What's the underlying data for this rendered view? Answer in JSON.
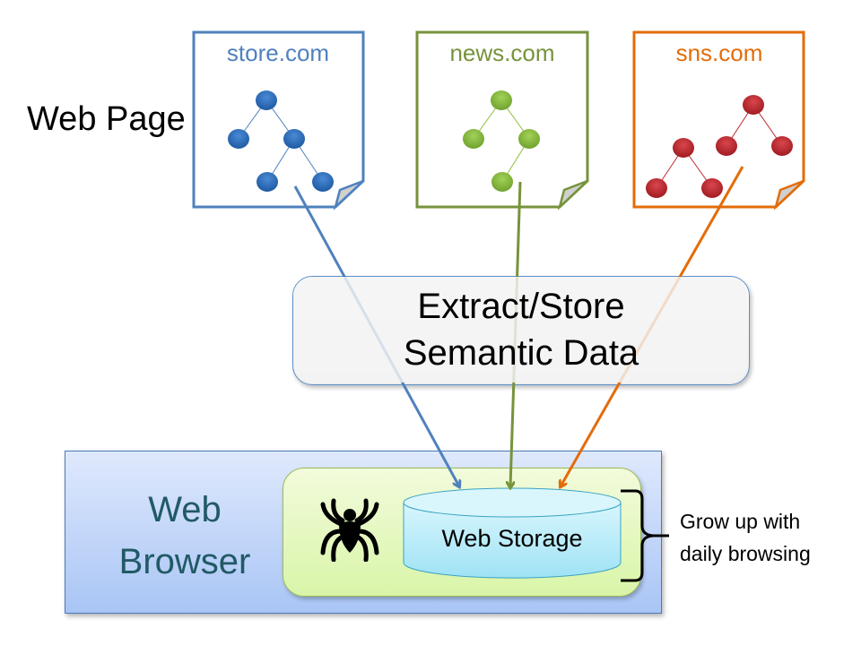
{
  "labels": {
    "web_page": "Web Page",
    "process": [
      "Extract/Store",
      "Semantic Data"
    ],
    "browser": [
      "Web",
      "Browser"
    ],
    "storage": "Web Storage",
    "note": [
      "Grow up with",
      "daily browsing"
    ]
  },
  "sites": [
    {
      "name": "store.com",
      "color": "#4f81bd",
      "node_color": "#2e6ab8",
      "tree": "binary-5-nodes"
    },
    {
      "name": "news.com",
      "color": "#77933c",
      "node_color": "#8cbf3f",
      "tree": "chain-4-nodes"
    },
    {
      "name": "sns.com",
      "color": "#e36c0a",
      "node_color": "#c0282e",
      "tree": "two-trees-6-nodes"
    }
  ],
  "colors": {
    "process_border": "#5b8fc9",
    "browser_text": "#215a66",
    "extension_border": "#9cbb58",
    "storage_fill": "#bdeefa",
    "storage_border": "#3aa3c2"
  },
  "icons": {
    "spider": "spider-icon",
    "database": "database-cylinder-icon",
    "brace": "right-brace-icon"
  }
}
